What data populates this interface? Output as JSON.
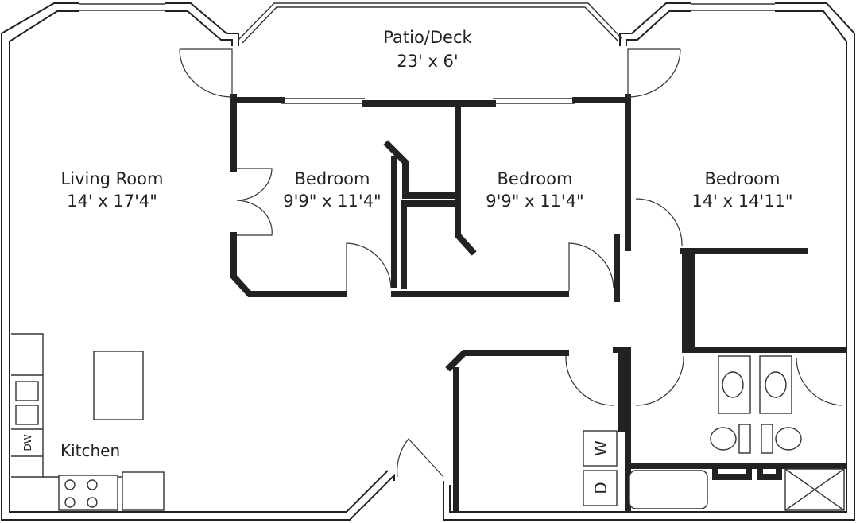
{
  "rooms": {
    "patio": {
      "name": "Patio/Deck",
      "size": "23' x 6'"
    },
    "living": {
      "name": "Living Room",
      "size": "14' x 17'4\""
    },
    "bedroom1": {
      "name": "Bedroom",
      "size": "9'9\" x 11'4\""
    },
    "bedroom2": {
      "name": "Bedroom",
      "size": "9'9\" x 11'4\""
    },
    "bedroom3": {
      "name": "Bedroom",
      "size": "14' x 14'11\""
    },
    "kitchen": {
      "name": "Kitchen"
    }
  },
  "appliances": {
    "dishwasher": "DW",
    "washer": "W",
    "dryer": "D"
  },
  "colors": {
    "wall": "#222222",
    "background": "#ffffff"
  }
}
